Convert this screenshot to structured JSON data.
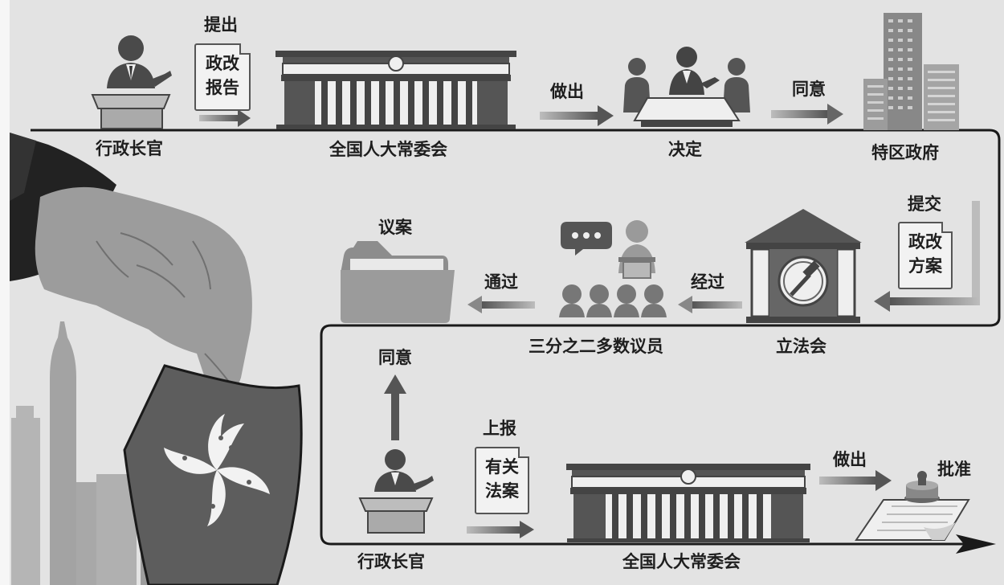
{
  "row1": {
    "chief_executive": "行政长官",
    "submit_label": "提出",
    "report_line1": "政改",
    "report_line2": "报告",
    "npcsc": "全国人大常委会",
    "make_label": "做出",
    "decision": "决定",
    "agree_label": "同意",
    "sar_government": "特区政府"
  },
  "row2": {
    "submit_label": "提交",
    "plan_line1": "政改",
    "plan_line2": "方案",
    "legco": "立法会",
    "pass_through_label": "经过",
    "two_thirds_members": "三分之二多数议员",
    "passed_label": "通过",
    "motion": "议案"
  },
  "row3": {
    "agree_label": "同意",
    "report_up_label": "上报",
    "bill_line1": "有关",
    "bill_line2": "法案",
    "chief_executive": "行政长官",
    "npcsc": "全国人大常委会",
    "make_label": "做出",
    "approve_label": "批准"
  }
}
